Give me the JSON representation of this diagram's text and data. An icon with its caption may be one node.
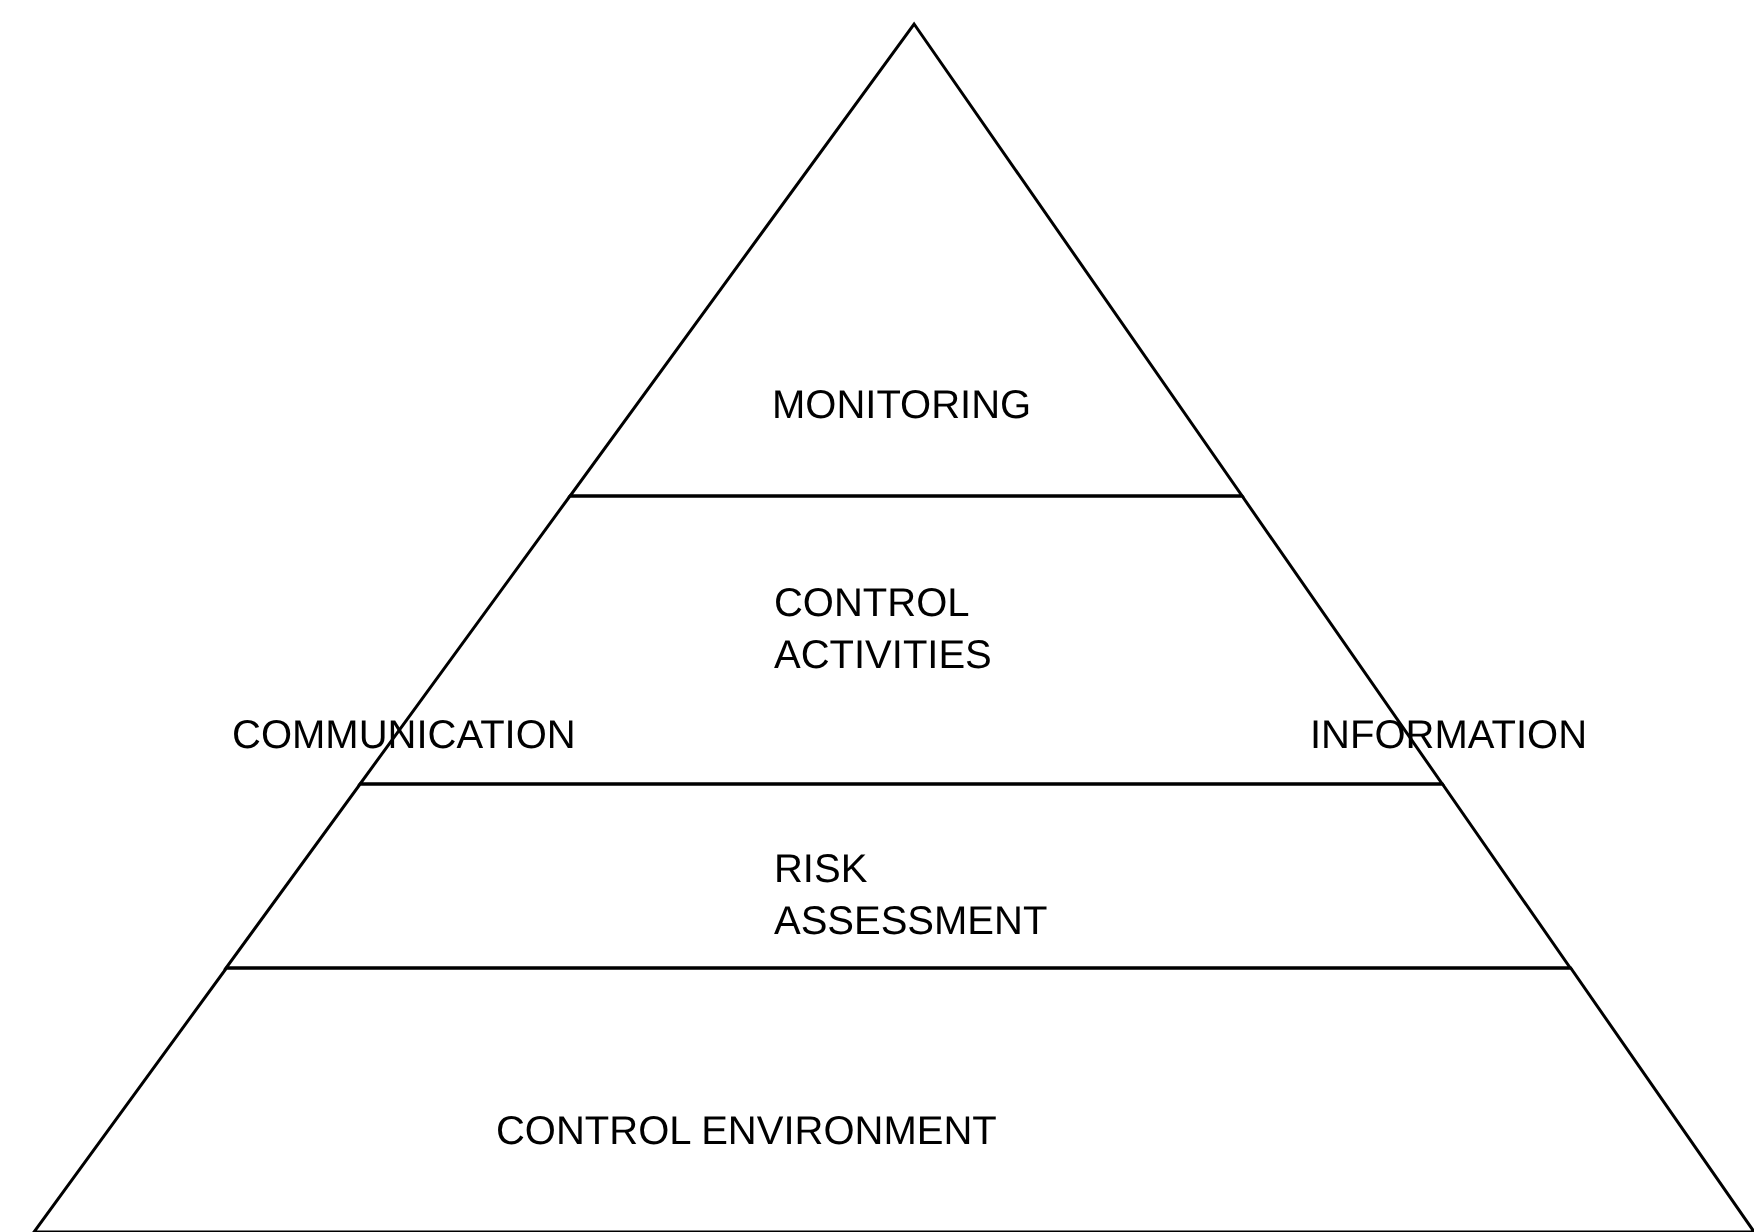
{
  "diagram": {
    "nodes": [
      {
        "text": [
          "MONITORING"
        ]
      },
      {
        "text": [
          "CONTROL ACTIVITIES"
        ]
      },
      {
        "text": [
          "RISK ASSESSMENT"
        ]
      },
      {
        "text": [
          "CONTROL ENVIRONMENT"
        ]
      }
    ],
    "labels": [
      "COMMUNICATION",
      "INFORMATION"
    ]
  }
}
